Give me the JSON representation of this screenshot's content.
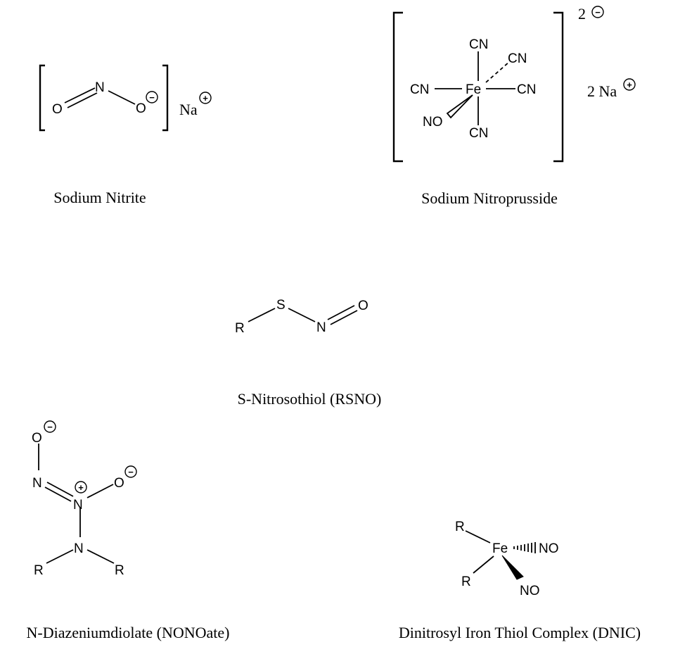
{
  "structures": {
    "sodium_nitrite": {
      "caption": "Sodium Nitrite",
      "atoms": {
        "o_double": "O",
        "n": "N",
        "o_single": "O",
        "na": "Na"
      },
      "charges": {
        "minus": "−",
        "plus": "+"
      }
    },
    "sodium_nitroprusside": {
      "caption": "Sodium Nitroprusside",
      "atoms": {
        "fe": "Fe",
        "cn_top": "CN",
        "cn_upright": "CN",
        "cn_left": "CN",
        "cn_right": "CN",
        "cn_bottom": "CN",
        "no": "NO"
      },
      "complex_charge_number": "2",
      "counterion": "2 Na",
      "charges": {
        "minus": "−",
        "plus": "+"
      }
    },
    "rsno": {
      "caption": "S-Nitrosothiol (RSNO)",
      "atoms": {
        "r": "R",
        "s": "S",
        "n": "N",
        "o": "O"
      }
    },
    "nonoate": {
      "caption": "N-Diazeniumdiolate (NONOate)",
      "atoms": {
        "o_top": "O",
        "n_left": "N",
        "n_center": "N",
        "o_right": "O",
        "n_bottom": "N",
        "r_left": "R",
        "r_right": "R"
      },
      "charges": {
        "minus": "−",
        "plus": "+"
      }
    },
    "dnic": {
      "caption": "Dinitrosyl Iron Thiol Complex (DNIC)",
      "atoms": {
        "r_top": "R",
        "fe": "Fe",
        "no_hashed": "NO",
        "r_bottom": "R",
        "no_wedge": "NO"
      }
    }
  }
}
